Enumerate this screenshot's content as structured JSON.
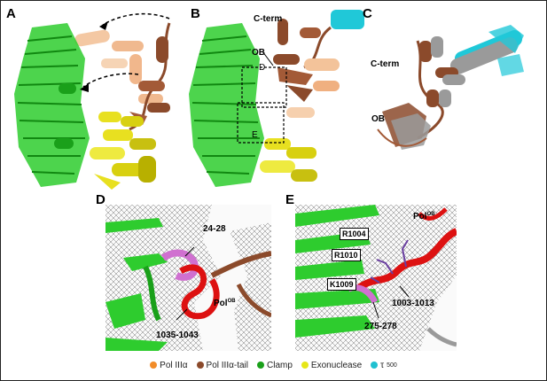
{
  "panels": {
    "A": {
      "letter": "A"
    },
    "B": {
      "letter": "B",
      "cterm": "C-term",
      "ob": "OB",
      "box_d": "D",
      "box_e": "E"
    },
    "C": {
      "letter": "C",
      "cterm": "C-term",
      "ob": "OB"
    },
    "D": {
      "letter": "D",
      "range1": "24-28",
      "range2": "1035-1043",
      "pol_base": "Pol",
      "pol_sup": "OB"
    },
    "E": {
      "letter": "E",
      "r1004": "R1004",
      "r1010": "R1010",
      "k1009": "K1009",
      "range1": "1003-1013",
      "range2": "275-278",
      "pol_base": "Pol",
      "pol_sup": "OB"
    }
  },
  "legend": {
    "items": [
      {
        "label": "Pol IIIα",
        "color": "#f28c28"
      },
      {
        "label": "Pol IIIα-tail",
        "color": "#8b4a2b"
      },
      {
        "label": "Clamp",
        "color": "#1aa01a"
      },
      {
        "label": "Exonuclease",
        "color": "#e6e619"
      },
      {
        "label": "τ",
        "sub": "500",
        "color": "#20c0d0"
      }
    ]
  },
  "colors": {
    "clamp": "#2ecc2e",
    "exonuclease": "#e8e020",
    "pol": "#f0b080",
    "tail": "#8b4a2b",
    "tau": "#20c8d8",
    "grey": "#9a9a9a",
    "helix_red": "#dd1111",
    "magenta": "#d070d0"
  }
}
